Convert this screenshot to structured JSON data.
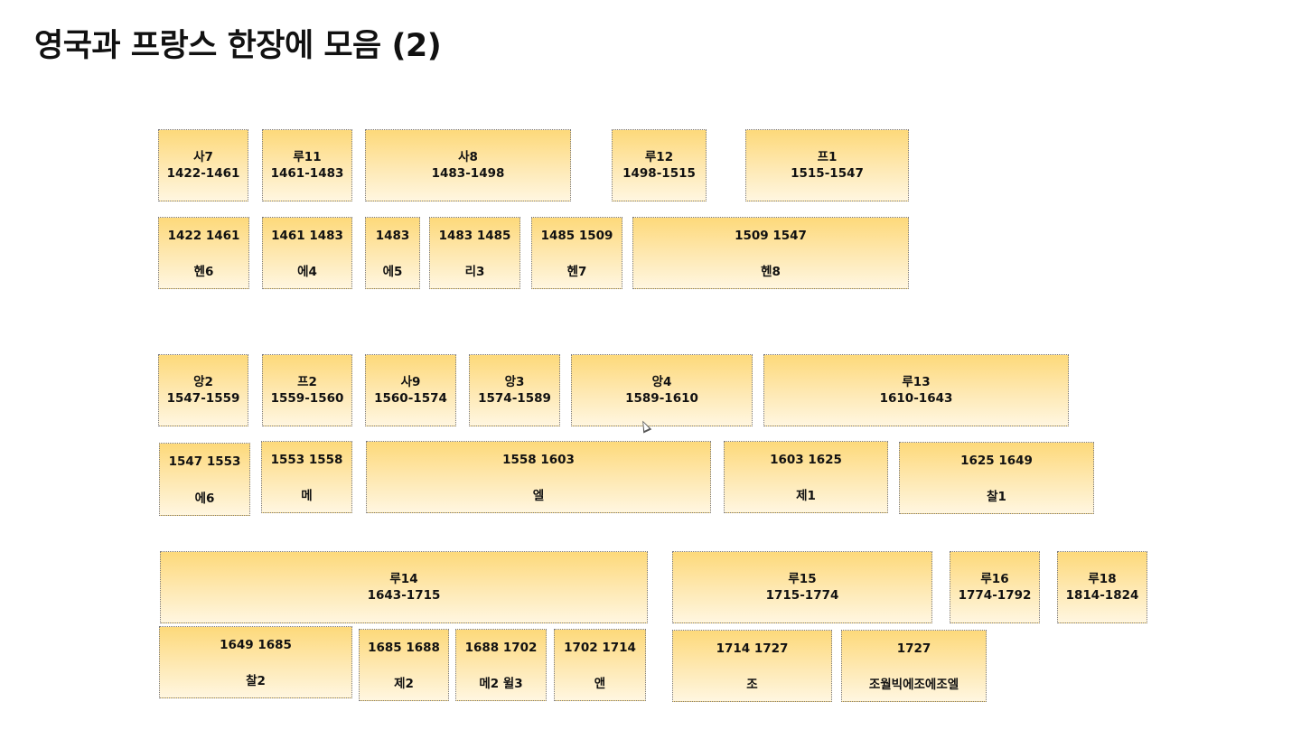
{
  "title": "영국과 프랑스  한장에 모음 (2)",
  "boxes": [
    {
      "top": "사7",
      "bottom": "1422-1461"
    },
    {
      "top": "루11",
      "bottom": "1461-1483"
    },
    {
      "top": "사8",
      "bottom": "1483-1498"
    },
    {
      "top": "루12",
      "bottom": "1498-1515"
    },
    {
      "top": "프1",
      "bottom": "1515-1547"
    },
    {
      "top": "1422 1461",
      "bottom": "헨6"
    },
    {
      "top": "1461 1483",
      "bottom": "에4"
    },
    {
      "top": "1483",
      "bottom": "에5"
    },
    {
      "top": "1483 1485",
      "bottom": "리3"
    },
    {
      "top": "1485 1509",
      "bottom": "헨7"
    },
    {
      "top": "1509 1547",
      "bottom": "헨8"
    },
    {
      "top": "앙2",
      "bottom": "1547-1559"
    },
    {
      "top": "프2",
      "bottom": "1559-1560"
    },
    {
      "top": "사9",
      "bottom": "1560-1574"
    },
    {
      "top": "앙3",
      "bottom": "1574-1589"
    },
    {
      "top": "앙4",
      "bottom": "1589-1610"
    },
    {
      "top": "루13",
      "bottom": "1610-1643"
    },
    {
      "top": "1547 1553",
      "bottom": "에6"
    },
    {
      "top": "1553 1558",
      "bottom": "메"
    },
    {
      "top": "1558 1603",
      "bottom": "엘"
    },
    {
      "top": "1603 1625",
      "bottom": "제1"
    },
    {
      "top": "1625 1649",
      "bottom": "찰1"
    },
    {
      "top": "루14",
      "bottom": "1643-1715"
    },
    {
      "top": "루15",
      "bottom": "1715-1774"
    },
    {
      "top": "루16",
      "bottom": "1774-1792"
    },
    {
      "top": "루18",
      "bottom": "1814-1824"
    },
    {
      "top": "1649 1685",
      "bottom": "찰2"
    },
    {
      "top": "1685 1688",
      "bottom": "제2"
    },
    {
      "top": "1688 1702",
      "bottom": "메2 윌3"
    },
    {
      "top": "1702 1714",
      "bottom": "앤"
    },
    {
      "top": "1714 1727",
      "bottom": "조"
    },
    {
      "top": "1727",
      "bottom": "조월빅에조에조엘"
    }
  ]
}
